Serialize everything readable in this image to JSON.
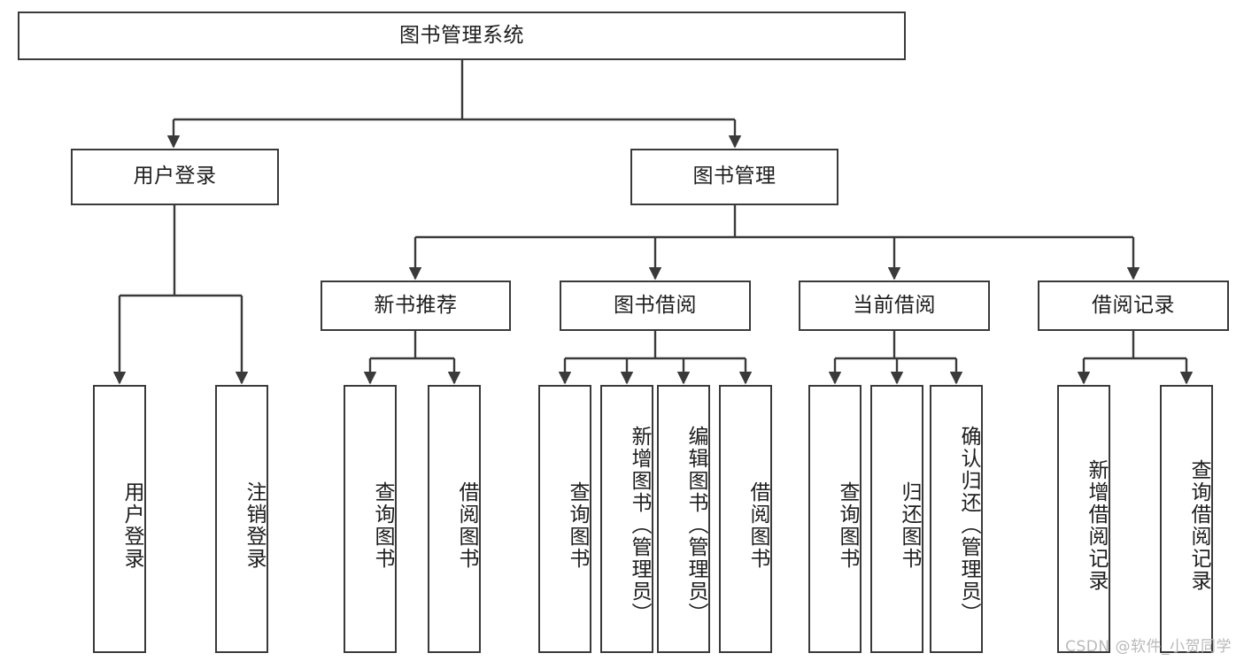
{
  "diagram": {
    "title": "图书管理系统",
    "type": "tree-functional-structure",
    "line_color": "#3a3a3a",
    "box_fill": "#ffffff",
    "text_color": "#1d1d1d"
  },
  "root": {
    "label": "图书管理系统"
  },
  "level2": [
    {
      "label": "用户登录"
    },
    {
      "label": "图书管理"
    }
  ],
  "level3": [
    {
      "label": "新书推荐"
    },
    {
      "label": "图书借阅"
    },
    {
      "label": "当前借阅"
    },
    {
      "label": "借阅记录"
    }
  ],
  "leaves": {
    "user_login": [
      {
        "label": "用户登录"
      },
      {
        "label": "注销登录"
      }
    ],
    "new_book": [
      {
        "label": "查询图书"
      },
      {
        "label": "借阅图书"
      }
    ],
    "book_borrow": [
      {
        "label": "查询图书"
      },
      {
        "label": "新增图书（管理员）"
      },
      {
        "label": "编辑图书（管理员）"
      },
      {
        "label": "借阅图书"
      }
    ],
    "current_borrow": [
      {
        "label": "查询图书"
      },
      {
        "label": "归还图书"
      },
      {
        "label": "确认归还（管理员）"
      }
    ],
    "borrow_record": [
      {
        "label": "新增借阅记录"
      },
      {
        "label": "查询借阅记录"
      }
    ]
  },
  "watermark": {
    "text": "CSDN @软件_小贺同学"
  }
}
